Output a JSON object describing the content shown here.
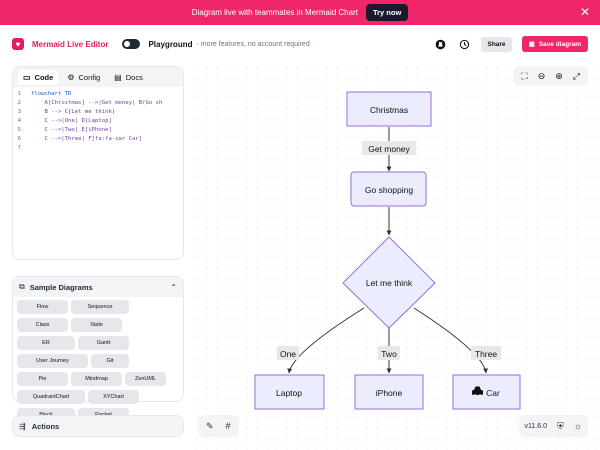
{
  "banner": {
    "text": "Diagram live with teammates in Mermaid Chart",
    "button": "Try now",
    "close_icon": "close-icon"
  },
  "header": {
    "app_title": "Mermaid Live Editor",
    "playground": "Playground",
    "playground_sub": "- more features, no account required",
    "share": "Share",
    "save": "Save diagram"
  },
  "tabs": [
    {
      "label": "Code",
      "icon": "code-icon"
    },
    {
      "label": "Config",
      "icon": "gear-icon"
    },
    {
      "label": "Docs",
      "icon": "book-icon"
    }
  ],
  "code_lines": [
    {
      "n": "1",
      "text": "flowchart TD",
      "kw": true
    },
    {
      "n": "2",
      "text": "    A[Christmas] -->|Get money| B(Go sh"
    },
    {
      "n": "3",
      "text": "    B --> C{Let me think}"
    },
    {
      "n": "4",
      "text": "    C -->|One| D[Laptop]"
    },
    {
      "n": "5",
      "text": "    C -->|Two| E[iPhone]"
    },
    {
      "n": "6",
      "text": "    C -->|Three| F[fa:fa-car Car]"
    },
    {
      "n": "7",
      "text": ""
    }
  ],
  "samples": {
    "title": "Sample Diagrams",
    "items": [
      "Flow",
      "Sequence",
      "Class",
      "State",
      "ER",
      "Gantt",
      "User Journey",
      "Git",
      "Pie",
      "Mindmap",
      "ZenUML",
      "QuadrantChart",
      "XYChart",
      "Block",
      "Packet"
    ]
  },
  "actions": {
    "label": "Actions"
  },
  "diagram": {
    "nodes": {
      "a": "Christmas",
      "b": "Go shopping",
      "c": "Let me think",
      "d": "Laptop",
      "e": "iPhone",
      "f": "Car"
    },
    "edges": {
      "ab": "Get money",
      "cd": "One",
      "ce": "Two",
      "cf": "Three"
    },
    "node_fill": "#ececff",
    "node_stroke": "#9370db"
  },
  "version": "v11.6.0",
  "colors": {
    "brand": "#f0266a"
  }
}
